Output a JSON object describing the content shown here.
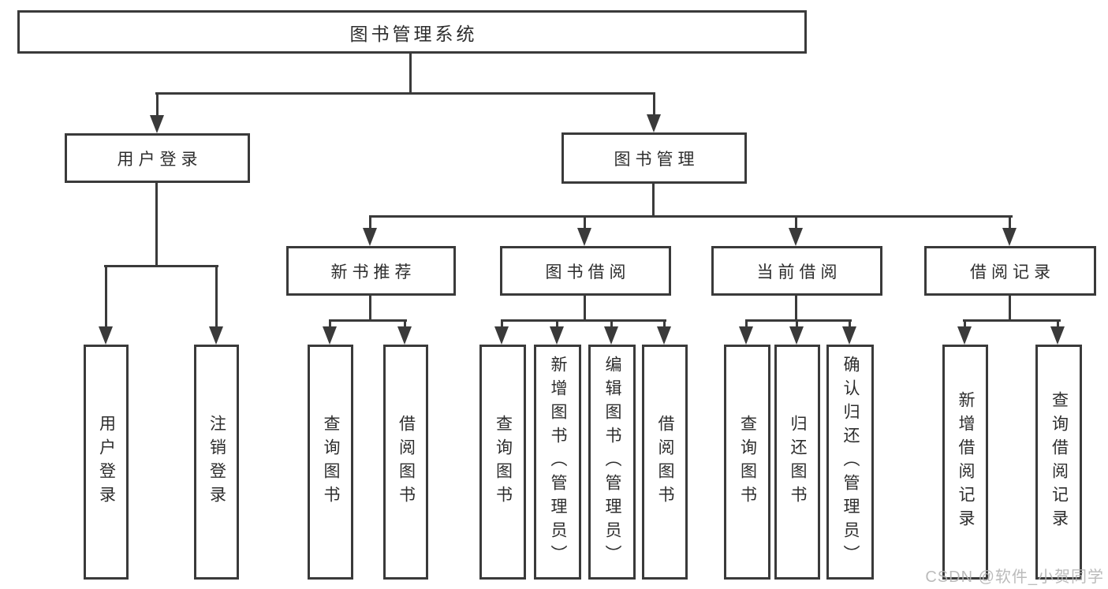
{
  "diagram": {
    "root": {
      "label": "图书管理系统"
    },
    "branches": [
      {
        "label": "用户登录",
        "leaves": [
          {
            "label": "用户登录"
          },
          {
            "label": "注销登录"
          }
        ]
      },
      {
        "label": "图书管理",
        "groups": [
          {
            "label": "新书推荐",
            "leaves": [
              {
                "label": "查询图书"
              },
              {
                "label": "借阅图书"
              }
            ]
          },
          {
            "label": "图书借阅",
            "leaves": [
              {
                "label": "查询图书"
              },
              {
                "label": "新增图书（管理员）"
              },
              {
                "label": "编辑图书（管理员）"
              },
              {
                "label": "借阅图书"
              }
            ]
          },
          {
            "label": "当前借阅",
            "leaves": [
              {
                "label": "查询图书"
              },
              {
                "label": "归还图书"
              },
              {
                "label": "确认归还（管理员）"
              }
            ]
          },
          {
            "label": "借阅记录",
            "leaves": [
              {
                "label": "新增借阅记录"
              },
              {
                "label": "查询借阅记录"
              }
            ]
          }
        ]
      }
    ],
    "watermark": "CSDN @软件_小贺同学",
    "colors": {
      "line": "#3a3a3a",
      "text": "#2d2d2d",
      "background": "#ffffff",
      "watermark": "#b4b4b4"
    }
  }
}
